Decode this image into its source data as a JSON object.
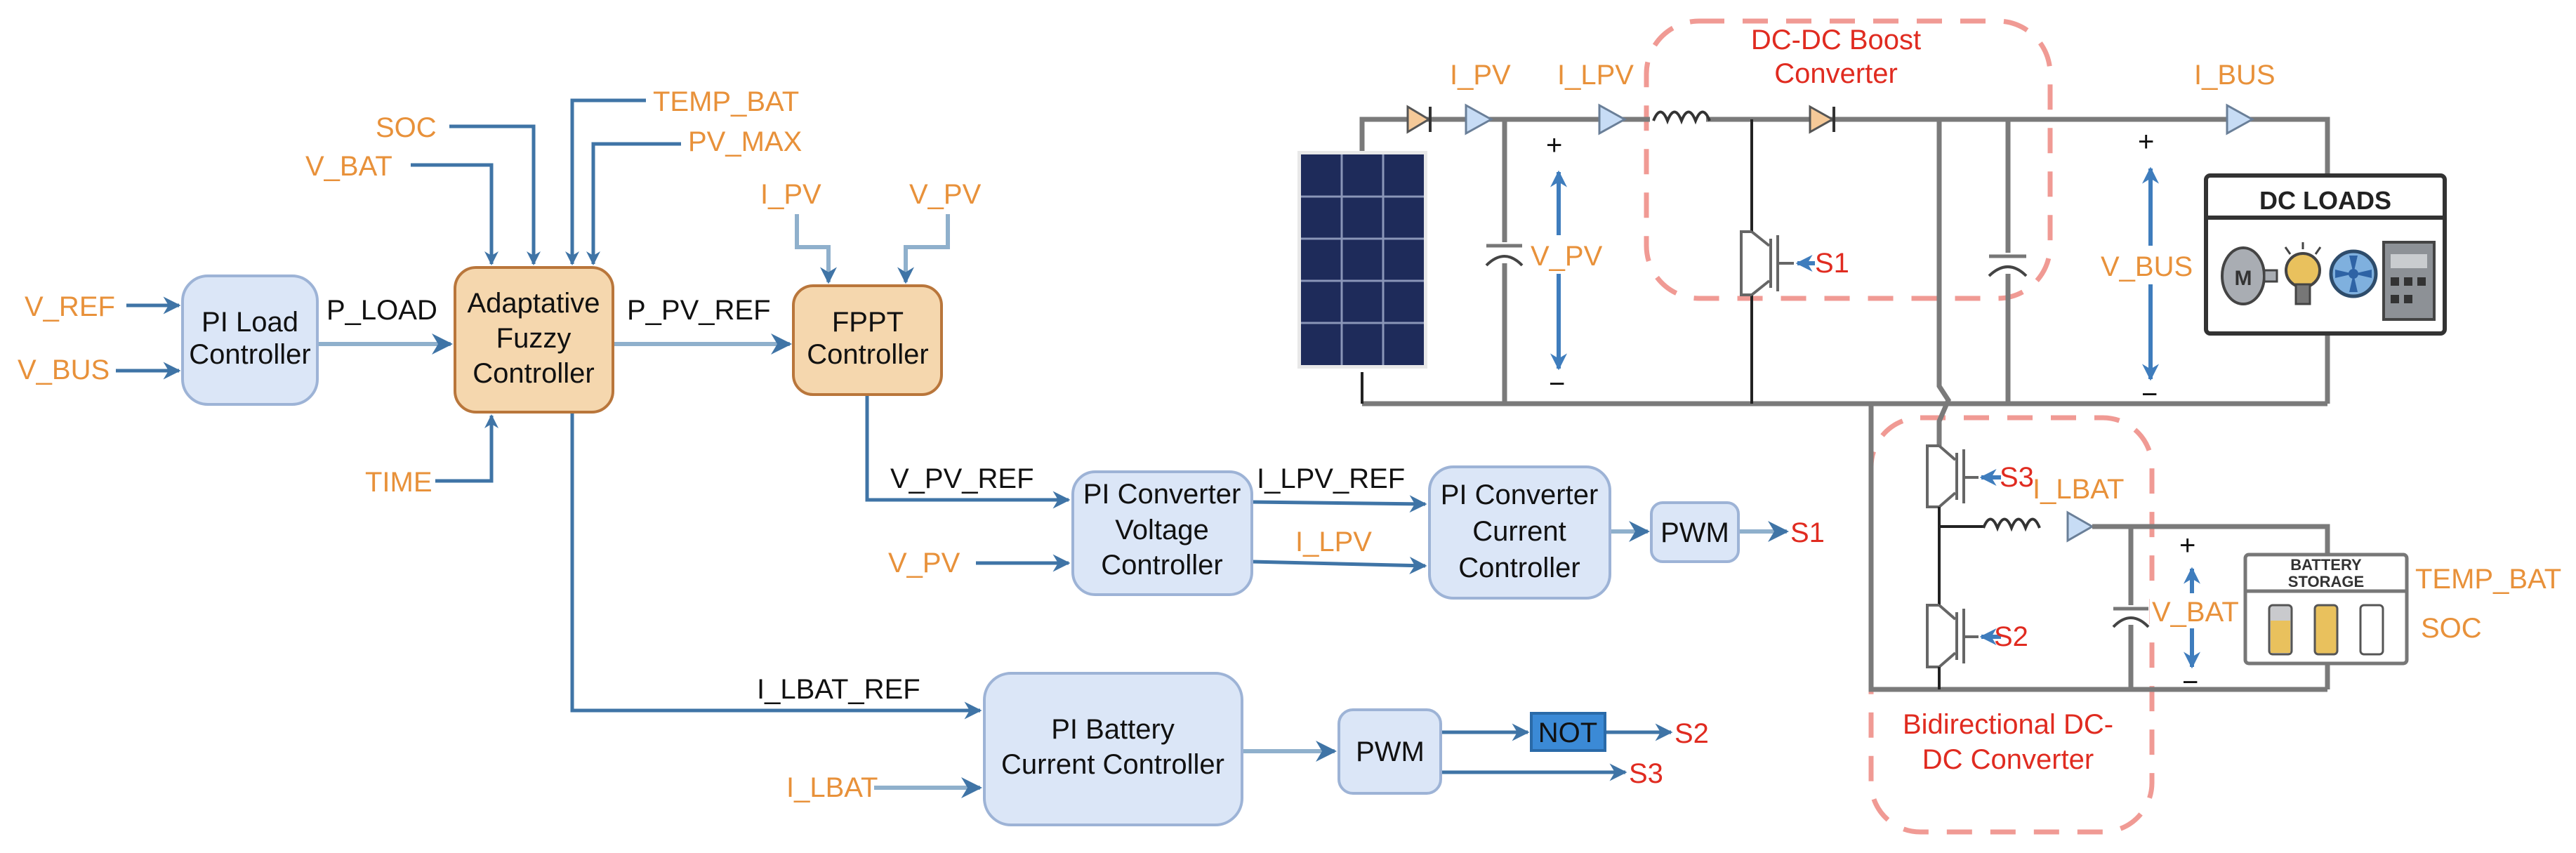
{
  "control": {
    "inputs": {
      "v_ref": "V_REF",
      "v_bus": "V_BUS",
      "soc": "SOC",
      "v_bat": "V_BAT",
      "temp_bat": "TEMP_BAT",
      "pv_max": "PV_MAX",
      "time": "TIME",
      "i_pv": "I_PV",
      "v_pv_fppt": "V_PV",
      "v_pv": "V_PV",
      "i_lpv": "I_LPV",
      "i_lbat": "I_LBAT"
    },
    "signals": {
      "p_load": "P_LOAD",
      "p_pv_ref": "P_PV_REF",
      "v_pv_ref": "V_PV_REF",
      "i_lpv_ref": "I_LPV_REF",
      "i_lbat_ref": "I_LBAT_REF"
    },
    "blocks": {
      "pi_load": [
        "PI Load",
        "Controller"
      ],
      "fuzzy": [
        "Adaptative",
        "Fuzzy",
        "Controller"
      ],
      "fppt": [
        "FPPT",
        "Controller"
      ],
      "pi_conv_voltage": [
        "PI Converter",
        "Voltage",
        "Controller"
      ],
      "pi_conv_current": [
        "PI Converter",
        "Current",
        "Controller"
      ],
      "pwm1": "PWM",
      "pi_battery": [
        "PI Battery",
        "Current Controller"
      ],
      "pwm2": "PWM",
      "not_gate": "NOT"
    },
    "outputs": {
      "s1": "S1",
      "s2": "S2",
      "s3": "S3"
    }
  },
  "circuit": {
    "boost_label": [
      "DC-DC Boost",
      "Converter"
    ],
    "bidir_label": [
      "Bidirectional DC-",
      "DC  Converter"
    ],
    "meas": {
      "i_pv": "I_PV",
      "i_lpv": "I_LPV",
      "v_pv": "V_PV",
      "i_bus": "I_BUS",
      "v_bus": "V_BUS",
      "i_lbat": "I_LBAT",
      "v_bat": "V_BAT",
      "temp_bat": "TEMP_BAT",
      "soc": "SOC"
    },
    "switches": {
      "s1": "S1",
      "s2": "S2",
      "s3": "S3"
    },
    "polarity": {
      "plus": "+",
      "minus": "−"
    },
    "dc_loads_title": "DC LOADS",
    "motor_label": "M",
    "battery_title": [
      "BATTERY",
      "STORAGE"
    ]
  },
  "colors": {
    "signal_label": "#e8913a",
    "switch_label": "#e02b20",
    "wire": "#3f74a6",
    "controller_fill": "#dbe6f7",
    "fuzzy_fill": "#f5d7ae",
    "not_fill": "#3b8ad6",
    "pv_panel": "#1e2b5a"
  }
}
